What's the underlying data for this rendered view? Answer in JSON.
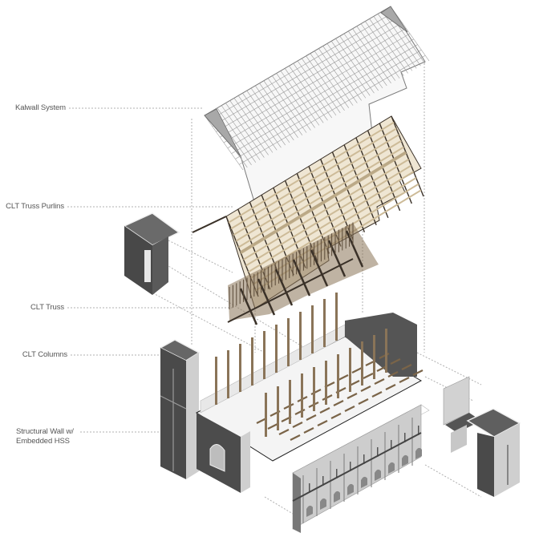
{
  "diagram": {
    "title": "Exploded axonometric – chapel structure",
    "colors": {
      "background": "#ffffff",
      "label_text": "#555555",
      "leader_line": "#b0b0b0",
      "kalwall_grid": "#8f8f8f",
      "kalwall_gable": "#9a9a9a",
      "clt_wood": "#cdbb98",
      "clt_dark": "#3a3128",
      "wall_dark": "#4a4a4a",
      "wall_light": "#cfcfcf",
      "wall_top": "#6a6a6a"
    },
    "layers": [
      {
        "id": "kalwall",
        "label": "Kalwall System"
      },
      {
        "id": "purlins",
        "label": "CLT Truss Purlins"
      },
      {
        "id": "truss",
        "label": "CLT Truss"
      },
      {
        "id": "columns",
        "label": "CLT Columns"
      },
      {
        "id": "walls",
        "label_line1": "Structural Wall w/",
        "label_line2": "Embedded HSS"
      }
    ]
  }
}
